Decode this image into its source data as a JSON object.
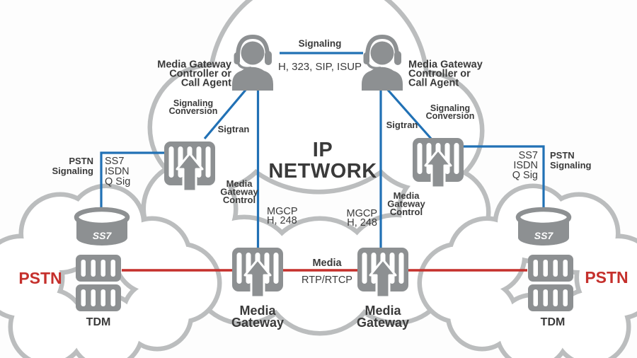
{
  "colors": {
    "line_blue": "#2171b5",
    "line_red": "#c5302c",
    "icon_gray": "#8d9092",
    "cloud_gray": "#bbbdbe",
    "text_dark": "#3a3a3a",
    "pstn_red": "#c5302c"
  },
  "labels": {
    "signaling": "Signaling",
    "signaling_protocols": "H, 323, SIP, ISUP",
    "mgc": [
      "Media Gateway",
      "Controller or",
      "Call Agent"
    ],
    "signaling_conversion": [
      "Signaling",
      "Conversion"
    ],
    "sigtran": "Sigtran",
    "pstn_signaling": [
      "PSTN",
      "Signaling"
    ],
    "pstn_protocols": [
      "SS7",
      "ISDN",
      "Q Sig"
    ],
    "ip_network": [
      "IP",
      "NETWORK"
    ],
    "mgcp": [
      "MGCP",
      "H, 248"
    ],
    "media_gateway_control": [
      "Media",
      "Gateway",
      "Control"
    ],
    "media": "Media",
    "rtp_rtcp": "RTP/RTCP",
    "media_gateway": [
      "Media",
      "Gateway"
    ],
    "ss7": "SS7",
    "tdm": "TDM",
    "pstn": "PSTN"
  }
}
